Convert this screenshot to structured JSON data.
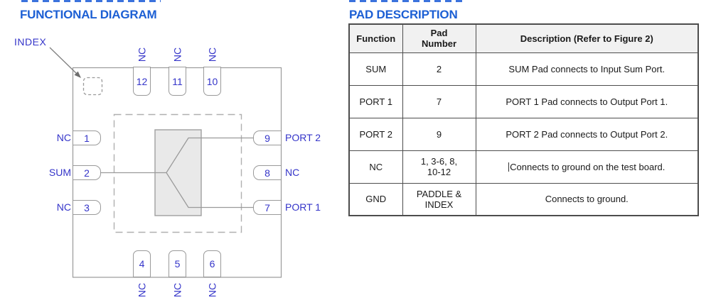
{
  "diagram": {
    "title": "FUNCTIONAL DIAGRAM",
    "index_label": "INDEX",
    "pins": {
      "top": [
        {
          "number": "12",
          "label": "NC"
        },
        {
          "number": "11",
          "label": "NC"
        },
        {
          "number": "10",
          "label": "NC"
        }
      ],
      "bottom": [
        {
          "number": "4",
          "label": "NC"
        },
        {
          "number": "5",
          "label": "NC"
        },
        {
          "number": "6",
          "label": "NC"
        }
      ],
      "left": [
        {
          "number": "1",
          "label": "NC"
        },
        {
          "number": "2",
          "label": "SUM"
        },
        {
          "number": "3",
          "label": "NC"
        }
      ],
      "right": [
        {
          "number": "9",
          "label": "PORT 2"
        },
        {
          "number": "8",
          "label": "NC"
        },
        {
          "number": "7",
          "label": "PORT 1"
        }
      ]
    }
  },
  "table": {
    "title": "PAD DESCRIPTION",
    "headers": [
      "Function",
      "Pad\nNumber",
      "Description (Refer to Figure 2)"
    ],
    "rows": [
      {
        "function": "SUM",
        "pad": "2",
        "description": "SUM Pad connects to Input Sum Port."
      },
      {
        "function": "PORT 1",
        "pad": "7",
        "description": "PORT 1 Pad connects to Output Port 1."
      },
      {
        "function": "PORT 2",
        "pad": "9",
        "description": "PORT 2 Pad connects to Output Port 2."
      },
      {
        "function": "NC",
        "pad": "1, 3-6, 8,\n10-12",
        "description": "Connects to ground on the test board."
      },
      {
        "function": "GND",
        "pad": "PADDLE &\nINDEX",
        "description": "Connects to ground."
      }
    ]
  },
  "colors": {
    "title_blue": "#1c5fd4",
    "label_blue": "#3434c9",
    "line_gray": "#9a9a9a",
    "block_fill": "#e9e9e9",
    "table_border": "#4d4d4d",
    "header_bg": "#f1f1f1"
  }
}
